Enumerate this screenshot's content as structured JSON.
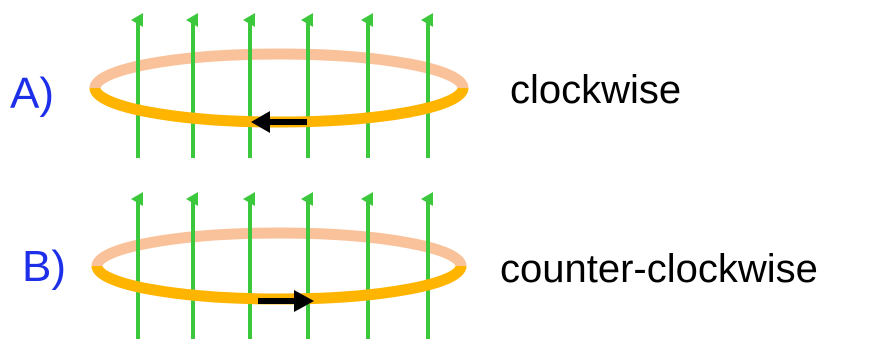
{
  "colors": {
    "field_line": "#3cc83c",
    "loop_front": "#ffb400",
    "loop_back": "#f9c29a",
    "current_arrow": "#000000",
    "option_letter": "#1d2fe8",
    "label_text": "#000000"
  },
  "field_line_count": 6,
  "options": [
    {
      "letter": "A)",
      "label": "clockwise",
      "current_arrow_direction": "left"
    },
    {
      "letter": "B)",
      "label": "counter-clockwise",
      "current_arrow_direction": "right"
    }
  ]
}
